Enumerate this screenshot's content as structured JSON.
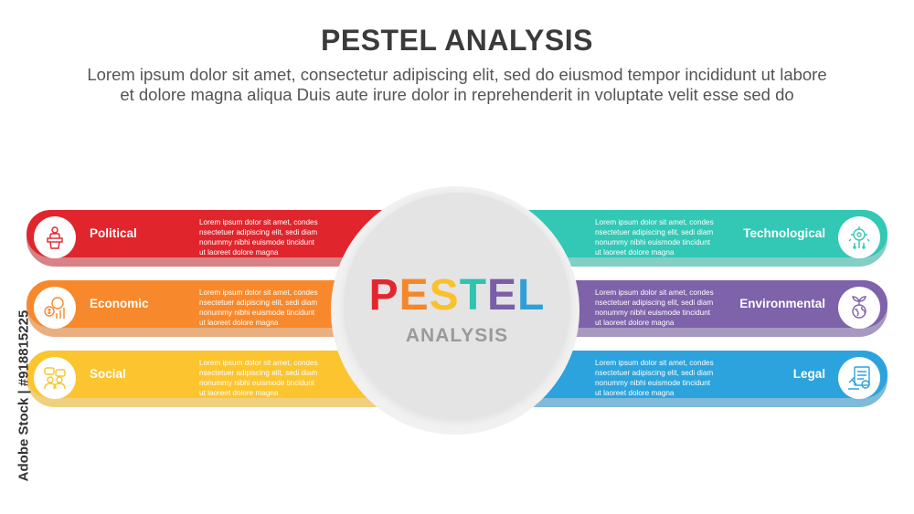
{
  "header": {
    "title": "PESTEL ANALYSIS",
    "subtitle_line1": "Lorem ipsum dolor sit amet, consectetur adipiscing elit, sed do eiusmod tempor incididunt ut labore",
    "subtitle_line2": "et dolore magna aliqua Duis aute irure dolor in reprehenderit in voluptate velit esse sed do"
  },
  "center": {
    "letters": [
      "P",
      "E",
      "S",
      "T",
      "E",
      "L"
    ],
    "letter_colors": [
      "#e2272e",
      "#f5862a",
      "#fbc12d",
      "#2ec4b0",
      "#7b5ea7",
      "#2f9fd8"
    ],
    "subtitle": "ANALYSIS"
  },
  "factors": [
    {
      "label": "Political",
      "side": "left",
      "icon": "podium-speaker-icon",
      "color": "#e0252c",
      "dark": "#b81c22",
      "desc": [
        "Lorem ipsum dolor sit amet, condes",
        "nsectetuer adipiscing elit, sedi diam",
        "nonummy nibhi euismode tincidunt",
        "ut laoreet dolore magna"
      ]
    },
    {
      "label": "Economic",
      "side": "left",
      "icon": "money-chart-icon",
      "color": "#f7892c",
      "dark": "#d86e16",
      "desc": [
        "Lorem ipsum dolor sit amet, condes",
        "nsectetuer adipiscing elit, sedi diam",
        "nonummy nibhi euismode tincidunt",
        "ut laoreet dolore magna"
      ]
    },
    {
      "label": "Social",
      "side": "left",
      "icon": "people-chat-icon",
      "color": "#fcc42e",
      "dark": "#e3a814",
      "desc": [
        "Lorem ipsum dolor sit amet, condes",
        "nsectetuer adipiscing elit, sedi diam",
        "nonummy nibhi euismode tincidunt",
        "ut laoreet dolore magna"
      ]
    },
    {
      "label": "Technological",
      "side": "right",
      "icon": "circuit-gear-icon",
      "color": "#32c8b5",
      "dark": "#1ea695",
      "desc": [
        "Lorem ipsum dolor sit amet, condes",
        "nsectetuer adipiscing elit, sedi diam",
        "nonummy nibhi euismode tincidunt",
        "ut laoreet dolore magna"
      ]
    },
    {
      "label": "Environmental",
      "side": "right",
      "icon": "leaf-globe-icon",
      "color": "#7e62aa",
      "dark": "#5f468a",
      "desc": [
        "Lorem ipsum dolor sit amet, condes",
        "nsectetuer adipiscing elit, sedi diam",
        "nonummy nibhi euismode tincidunt",
        "ut laoreet dolore magna"
      ]
    },
    {
      "label": "Legal",
      "side": "right",
      "icon": "legal-document-icon",
      "color": "#2ca3dc",
      "dark": "#1682bb",
      "desc": [
        "Lorem ipsum dolor sit amet, condes",
        "nsectetuer adipiscing elit, sedi diam",
        "nonummy nibhi euismode tincidunt",
        "ut laoreet dolore magna"
      ]
    }
  ],
  "watermark": "Adobe Stock | #918815225"
}
